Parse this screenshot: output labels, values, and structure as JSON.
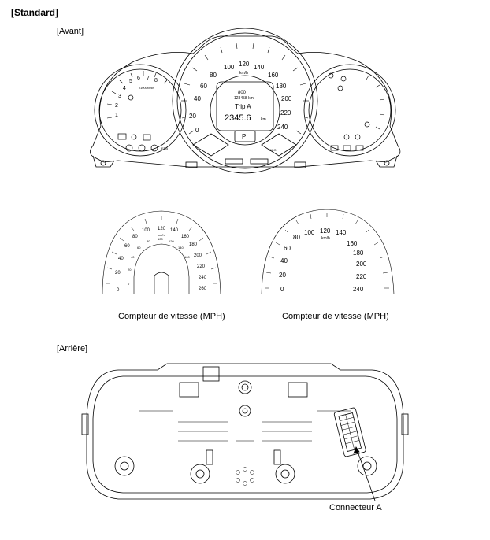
{
  "header": {
    "section_title": "[Standard]",
    "front_label": "[Avant]",
    "rear_label": "[Arrière]"
  },
  "front_cluster": {
    "speedo_scale": [
      "0",
      "20",
      "40",
      "60",
      "80",
      "100",
      "120",
      "140",
      "160",
      "180",
      "200",
      "220",
      "240"
    ],
    "speed_unit": "km/h",
    "tacho_scale": [
      "1",
      "2",
      "3",
      "4",
      "5",
      "6",
      "7",
      "8"
    ],
    "tacho_unit": "x1000r/min",
    "odo_value": "800",
    "odo_sub": "123458 km",
    "trip_label": "Trip A",
    "trip_value": "2345.6",
    "trip_unit": "km",
    "gear": "P",
    "eco_label": "ECO",
    "epb_label": "EPB"
  },
  "mph_gauges": {
    "left_outer": [
      "0",
      "20",
      "40",
      "60",
      "80",
      "100",
      "120",
      "140",
      "160",
      "180",
      "200",
      "220",
      "240",
      "260"
    ],
    "left_inner": [
      "0",
      "20",
      "40",
      "60",
      "80",
      "100",
      "120",
      "140",
      "160"
    ],
    "right_scale": [
      "0",
      "20",
      "40",
      "60",
      "80",
      "100",
      "120",
      "140",
      "160",
      "180",
      "200",
      "220",
      "240"
    ],
    "unit": "km/h",
    "left_caption": "Compteur de vitesse (MPH)",
    "right_caption": "Compteur de vitesse (MPH)"
  },
  "rear_cluster": {
    "connector_label": "Connecteur A"
  }
}
